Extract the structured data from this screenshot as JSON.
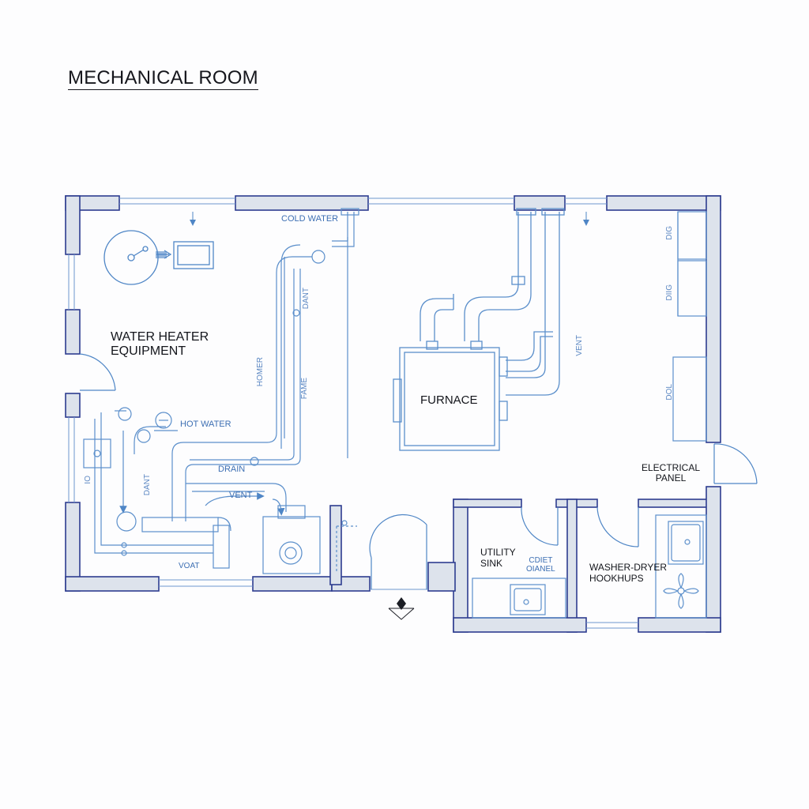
{
  "title": "MECHANICAL ROOM",
  "rooms": {
    "water_heater": "WATER HEATER\nEQUIPMENT",
    "furnace": "FURNACE",
    "electrical_panel": "ELECTRICAL\nPANEL",
    "utility_sink": "UTILITY\nSINK",
    "washer_dryer": "WASHER-DRYER\nHOOKHUPS"
  },
  "pipe_labels": {
    "cold_water": "COLD WATER",
    "hot_water": "HOT WATER",
    "drain": "DRAIN",
    "vent_low": "VENT",
    "vent_right": "VENT",
    "vent_bottom": "VOAT",
    "closet_panel": "CDIET\nOIANEL",
    "vert_home": "HOMER",
    "vert_dn1": "DANT",
    "vert_fame": "FAME",
    "vert_dn2": "DANT",
    "vert_io": "IO",
    "right_1": "DIG",
    "right_2": "DIIG",
    "right_3": "DOL"
  },
  "colors": {
    "wall_fill": "#dde3ec",
    "wall_stroke": "#2e3c8f",
    "line": "#4f86c6",
    "light_line": "#8db4de"
  },
  "icons": [
    "water-heater-tank-icon",
    "pump-icon",
    "sink-icon",
    "fan-icon",
    "section-marker-icon"
  ]
}
